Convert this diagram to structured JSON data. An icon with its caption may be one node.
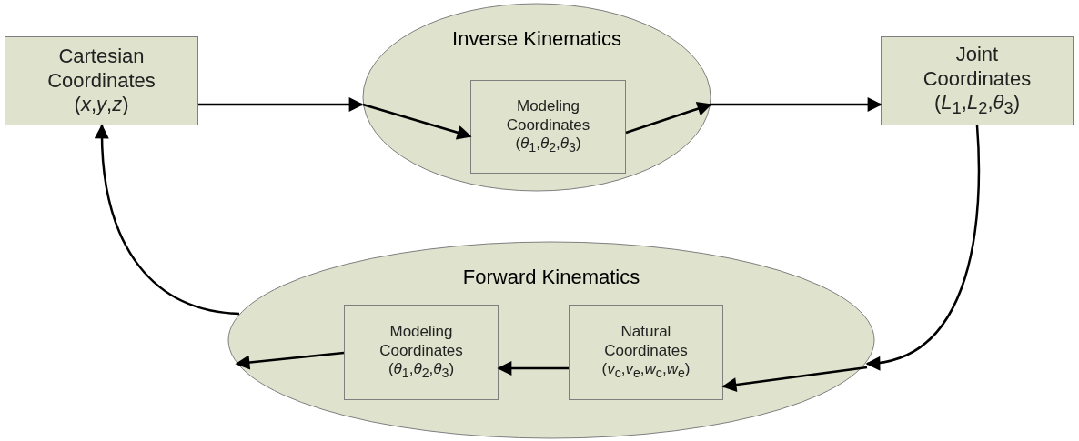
{
  "diagram": {
    "nodes": [
      {
        "text": [
          "Cartesian Coordinates",
          "(*x*,*y*,*z*)"
        ]
      },
      {
        "text": [
          "Inverse Kinematics"
        ]
      },
      {
        "text": [
          "Modeling Coordinates",
          "(*θ*$_{1}$,*θ*$_{2}$,*θ*$_{3}$)"
        ],
        "in": 1
      },
      {
        "text": [
          "Joint Coordinates",
          "(*L*$_{1}$,*L*$_{2}$,*θ*$_{3}$)"
        ]
      },
      {
        "text": [
          "Forward Kinematics"
        ]
      },
      {
        "text": [
          "Natural Coordinates",
          "(*v*$_{c}$,*v*$_{e}$,*w*$_{c}$,*w*$_{e}$)"
        ],
        "in": 4
      },
      {
        "text": [
          "Modeling Coordinates",
          "(*θ*$_{1}$,*θ*$_{2}$,*θ*$_{3}$)"
        ],
        "in": 4
      }
    ],
    "edges": [
      {
        "from": 0,
        "to": 1,
        "arrow": "to"
      },
      {
        "from": 1,
        "to": 2,
        "arrow": "to"
      },
      {
        "from": 2,
        "to": 1,
        "arrow": "to"
      },
      {
        "from": 1,
        "to": 3,
        "arrow": "to"
      },
      {
        "from": 3,
        "to": 4,
        "arrow": "to"
      },
      {
        "from": 4,
        "to": 5,
        "arrow": "to"
      },
      {
        "from": 5,
        "to": 6,
        "arrow": "to"
      },
      {
        "from": 6,
        "to": 4,
        "arrow": "to"
      },
      {
        "from": 4,
        "to": 0,
        "arrow": "to"
      }
    ]
  }
}
